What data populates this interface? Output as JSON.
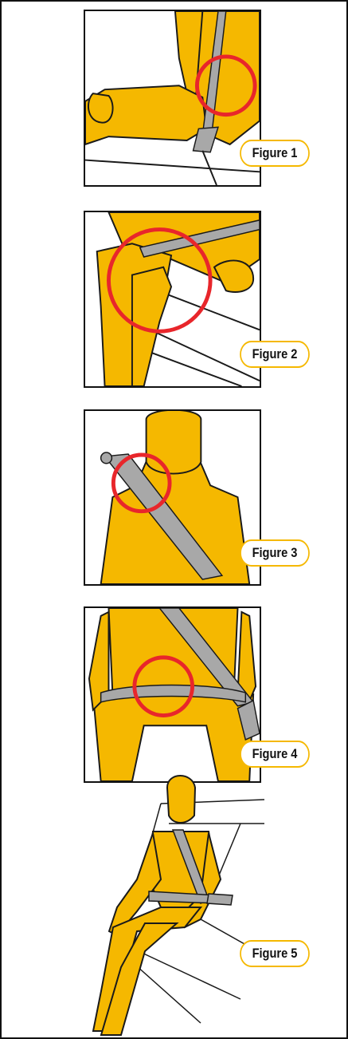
{
  "figures": [
    {
      "label": "Figure 1"
    },
    {
      "label": "Figure 2"
    },
    {
      "label": "Figure 3"
    },
    {
      "label": "Figure 4"
    },
    {
      "label": "Figure 5"
    }
  ],
  "colors": {
    "body": "#f5b800",
    "outline": "#1a1a1a",
    "belt": "#a8a8a8",
    "highlight_circle": "#e8262b",
    "label_border": "#f5b800"
  }
}
